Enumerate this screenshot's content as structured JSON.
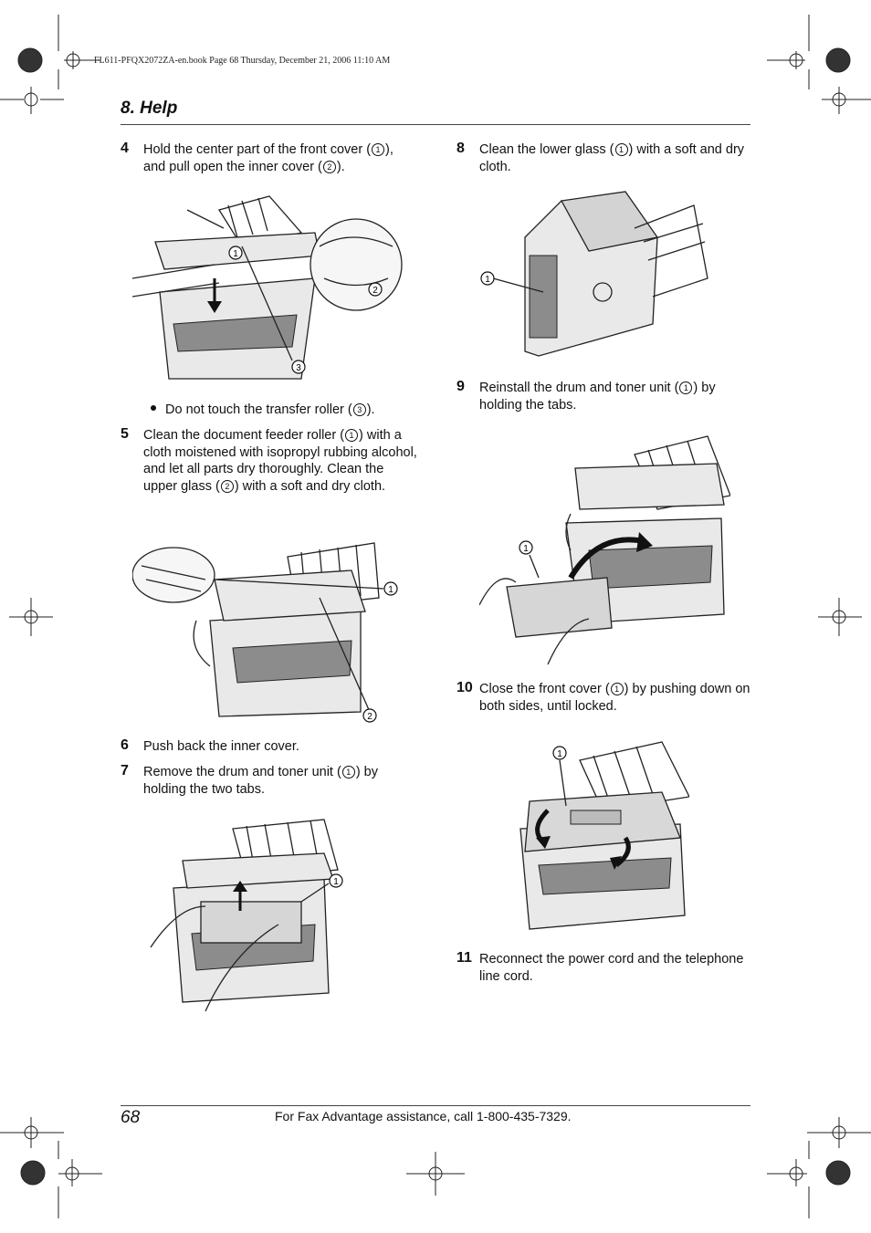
{
  "header": {
    "book_info": "FL611-PFQX2072ZA-en.book  Page 68  Thursday, December 21, 2006  11:10 AM",
    "section_title": "8. Help"
  },
  "callouts": [
    "1",
    "2",
    "3"
  ],
  "steps": [
    {
      "num": "4",
      "parts": [
        "Hold the center part of the front cover (",
        "1",
        "), and pull open the inner cover (",
        "2",
        ")."
      ]
    },
    {
      "num": "5",
      "parts": [
        "Clean the document feeder roller (",
        "1",
        ") with a cloth moistened with isopropyl rubbing alcohol, and let all parts dry thoroughly. Clean the upper glass (",
        "2",
        ") with a soft and dry cloth."
      ]
    },
    {
      "num": "6",
      "parts": [
        "Push back the inner cover."
      ]
    },
    {
      "num": "7",
      "parts": [
        "Remove the drum and toner unit (",
        "1",
        ") by holding the two tabs."
      ]
    },
    {
      "num": "8",
      "parts": [
        "Clean the lower glass (",
        "1",
        ") with a soft and dry cloth."
      ]
    },
    {
      "num": "9",
      "parts": [
        "Reinstall the drum and toner unit (",
        "1",
        ") by holding the tabs."
      ]
    },
    {
      "num": "10",
      "parts": [
        "Close the front cover (",
        "1",
        ") by pushing down on both sides, until locked."
      ]
    },
    {
      "num": "11",
      "parts": [
        "Reconnect the power cord and the telephone line cord."
      ]
    }
  ],
  "bullet_step4": [
    "Do not touch the transfer roller (",
    "3",
    ")."
  ],
  "footer": {
    "page_number": "68",
    "assistance": "For Fax Advantage assistance, call 1-800-435-7329."
  }
}
